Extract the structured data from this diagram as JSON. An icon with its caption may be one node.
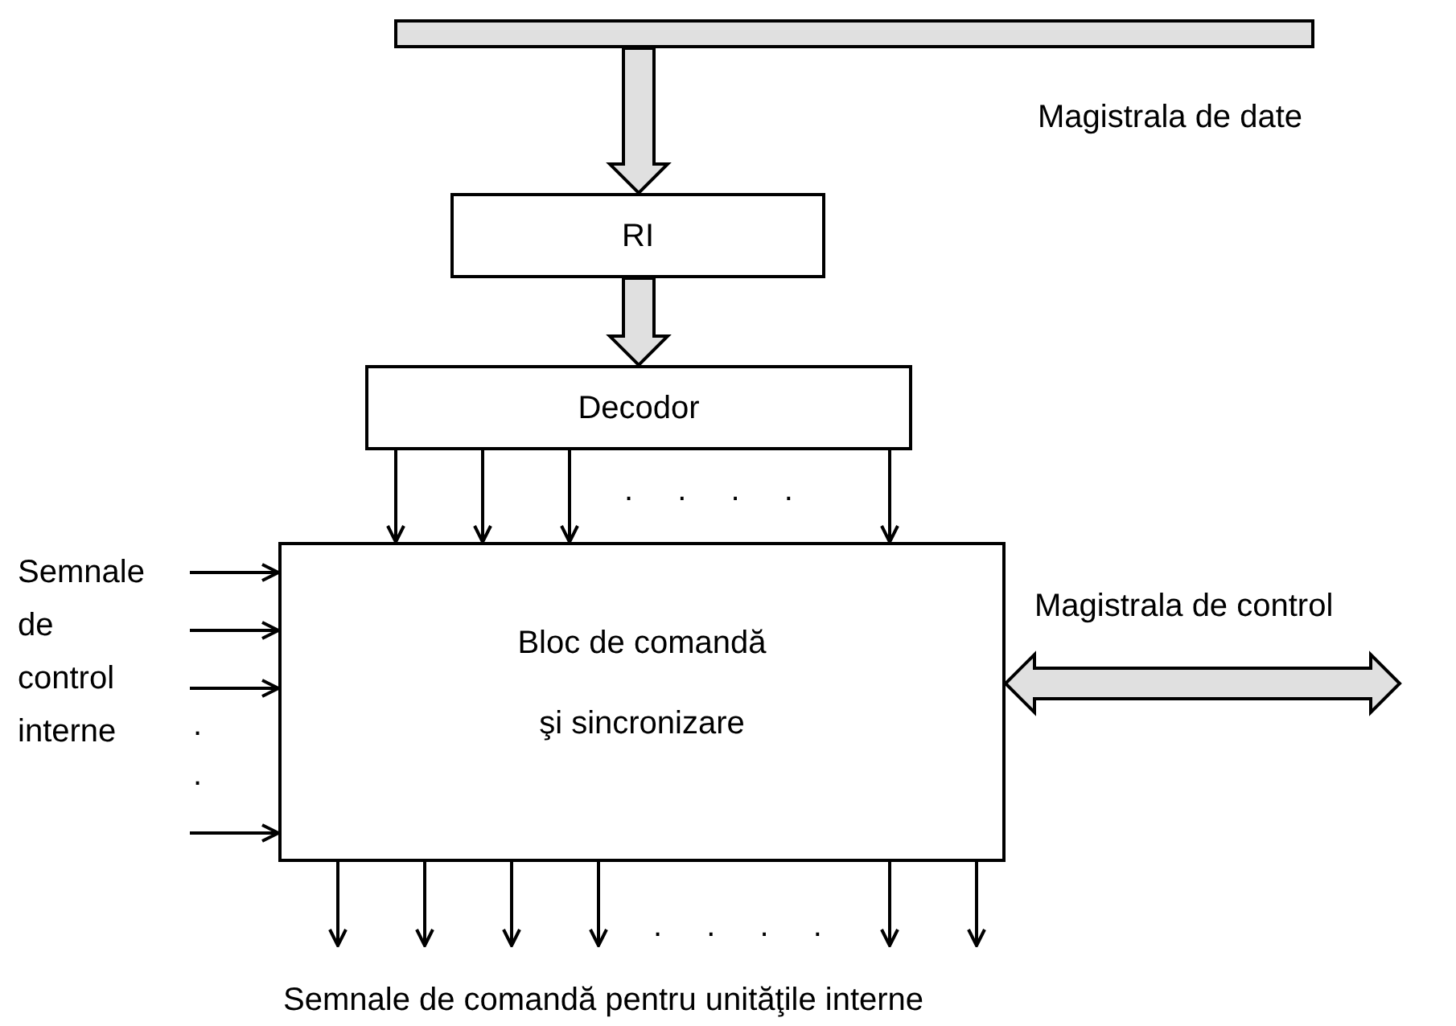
{
  "diagram": {
    "nodes": [
      {
        "text": [],
        "shape": "bar",
        "beside": [
          "Magistrala de date"
        ]
      },
      {
        "text": [
          "RI"
        ]
      },
      {
        "text": [
          "Decodor"
        ]
      },
      {
        "text": [
          "Bloc de comandă şi sincronizare"
        ]
      }
    ],
    "edges": [
      {
        "from": 0,
        "to": 1,
        "arrow": "to",
        "style": "thick"
      },
      {
        "from": 1,
        "to": 2,
        "arrow": "to",
        "style": "thick"
      },
      {
        "from": 2,
        "to": 3,
        "arrow": "to"
      },
      {
        "from": 2,
        "to": 3,
        "arrow": "to"
      },
      {
        "from": 2,
        "to": 3,
        "arrow": "to"
      },
      {
        "from": 2,
        "to": 3,
        "arrow": "to"
      },
      {
        "from": null,
        "to": 3,
        "arrow": "to"
      },
      {
        "from": null,
        "to": 3,
        "arrow": "to"
      },
      {
        "from": null,
        "to": 3,
        "arrow": "to"
      },
      {
        "from": null,
        "to": 3,
        "arrow": "to"
      },
      {
        "from": 3,
        "to": null,
        "arrow": "to"
      },
      {
        "from": 3,
        "to": null,
        "arrow": "to"
      },
      {
        "from": 3,
        "to": null,
        "arrow": "to"
      },
      {
        "from": 3,
        "to": null,
        "arrow": "to"
      },
      {
        "from": 3,
        "to": null,
        "arrow": "to"
      },
      {
        "from": 3,
        "to": null,
        "arrow": "to"
      },
      {
        "from": 3,
        "to": null,
        "arrow": "both",
        "style": "thick",
        "label": "Magistrala de control"
      }
    ],
    "labels": [
      ". . . .",
      "Semnale de control interne",
      ".",
      ".",
      ". . . .",
      "Semnale de comandă pentru unităţile interne"
    ]
  }
}
